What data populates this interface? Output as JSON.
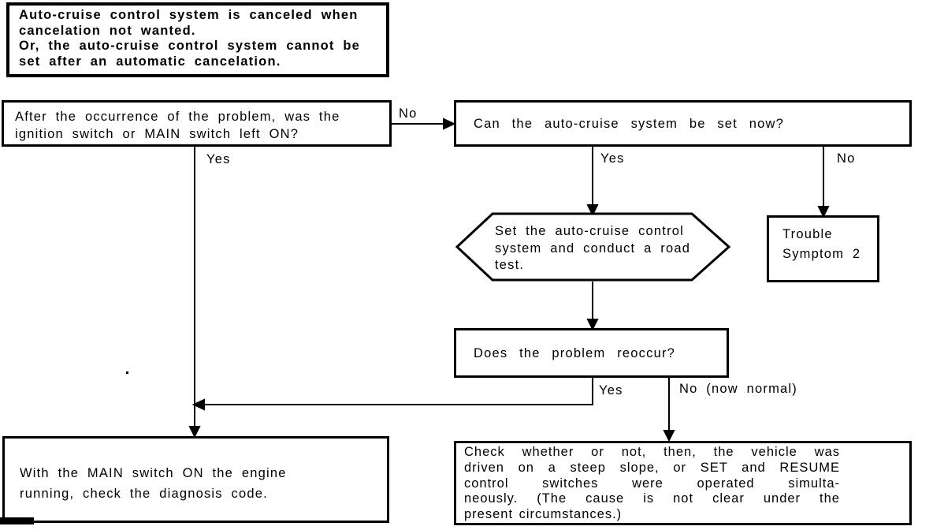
{
  "title_box": {
    "lines": [
      "Auto-cruise control system is canceled when",
      "cancelation not wanted.",
      "Or, the auto-cruise control system cannot be",
      "set after an automatic cancelation."
    ]
  },
  "nodes": {
    "q1": {
      "lines": [
        "After the occurrence of the problem, was the",
        "ignition switch or MAIN switch left ON?"
      ]
    },
    "q2": {
      "text": "Can the auto-cruise system be set now?"
    },
    "road_test_hex": {
      "lines": [
        "Set the auto-cruise control",
        "system and conduct a road",
        "test."
      ]
    },
    "trouble": {
      "lines": [
        "Trouble",
        "Symptom 2"
      ]
    },
    "q3": {
      "text": "Does the problem reoccur?"
    },
    "action_left": {
      "lines": [
        "With the MAIN switch ON the engine",
        "running, check the diagnosis code."
      ]
    },
    "action_right": {
      "lines": [
        "Check whether or not, then, the vehicle was",
        "driven on a steep slope, or SET and RESUME",
        "control switches were operated simulta-",
        "neously. (The cause is not clear under the",
        "present circumstances.)"
      ]
    }
  },
  "labels": {
    "no1": "No",
    "yes1": "Yes",
    "yes2": "Yes",
    "no2": "No",
    "yes3": "Yes",
    "no3": "No (now normal)"
  },
  "colors": {
    "ink": "#000000",
    "paper": "#ffffff"
  }
}
